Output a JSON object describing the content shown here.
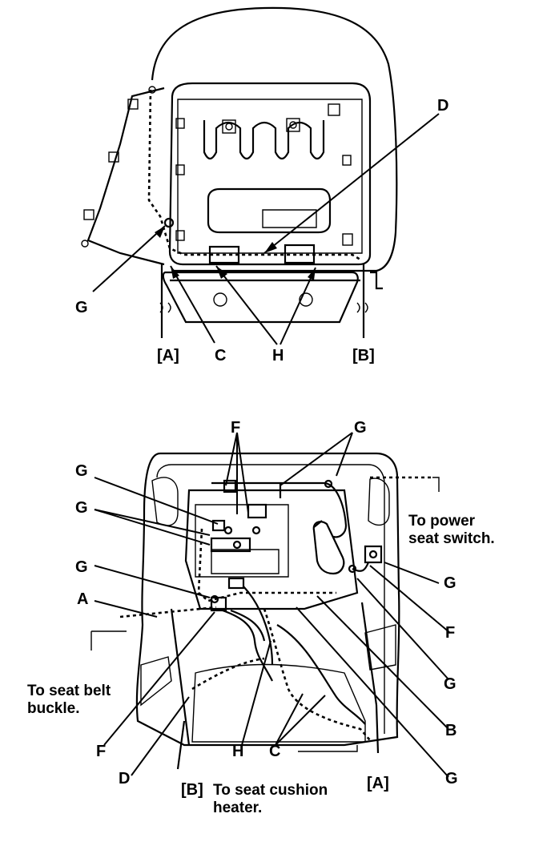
{
  "top_view": {
    "labels": {
      "D": "D",
      "G": "G",
      "C": "C",
      "H": "H",
      "A_bracket": "[A]",
      "B_bracket": "[B]"
    }
  },
  "bottom_view": {
    "labels": {
      "F_top": "F",
      "G_top": "G",
      "G_left1": "G",
      "G_left2": "G",
      "G_left3": "G",
      "A": "A",
      "G_right": "G",
      "F_right": "F",
      "G_right2": "G",
      "B": "B",
      "G_bottom": "G",
      "F_bottom": "F",
      "D": "D",
      "H": "H",
      "C": "C",
      "B_bracket": "[B]",
      "A_bracket": "[A]"
    },
    "notes": {
      "power_seat_line1": "To power",
      "power_seat_line2": "seat switch.",
      "belt_line1": "To seat belt",
      "belt_line2": "buckle.",
      "heater_line1": "To seat cushion",
      "heater_line2": "heater."
    }
  }
}
